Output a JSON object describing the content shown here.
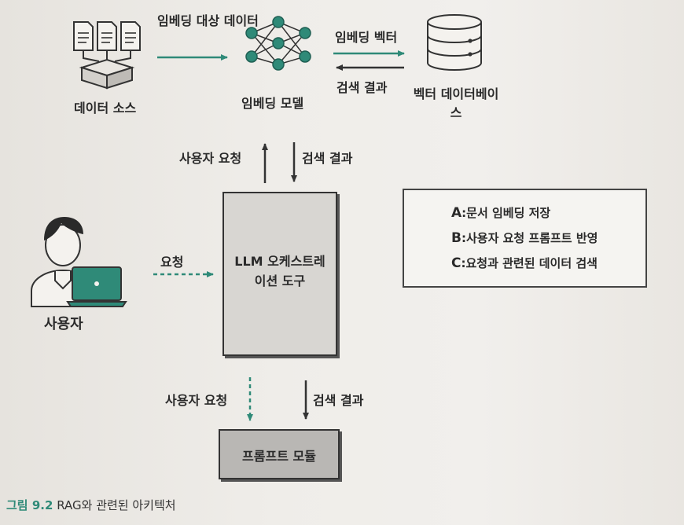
{
  "nodes": {
    "data_source": "데이터 소스",
    "embed_target": "임베딩 대상 데이터",
    "embed_model": "임베딩 모델",
    "vector_db": "벡터 데이터베이스",
    "llm_tool": "LLM 오케스트레이션 도구",
    "prompt_module": "프롬프트 모듈",
    "user": "사용자"
  },
  "edges": {
    "embed_vector": "임베딩 벡터",
    "search_result_top": "검색 결과",
    "user_request_mid": "사용자 요청",
    "search_result_mid": "검색 결과",
    "request": "요청",
    "user_request_bottom": "사용자 요청",
    "search_result_bottom": "검색 결과"
  },
  "legend": [
    {
      "key": "A",
      "text": ":문서 임베딩 저장",
      "style": "solid",
      "color": "#2f8a78"
    },
    {
      "key": "B",
      "text": ":사용자 요청 프롬프트 반영",
      "style": "dashed",
      "color": "#2f8a78"
    },
    {
      "key": "C",
      "text": ":요청과 관련된 데이터 검색",
      "style": "solid",
      "color": "#333333"
    }
  ],
  "caption": {
    "figure": "그림 9.2",
    "text": "RAG와 관련된 아키텍처"
  },
  "colors": {
    "accent": "#2f8a78",
    "box": "#d8d6d2",
    "prompt_box": "#b9b7b4"
  }
}
